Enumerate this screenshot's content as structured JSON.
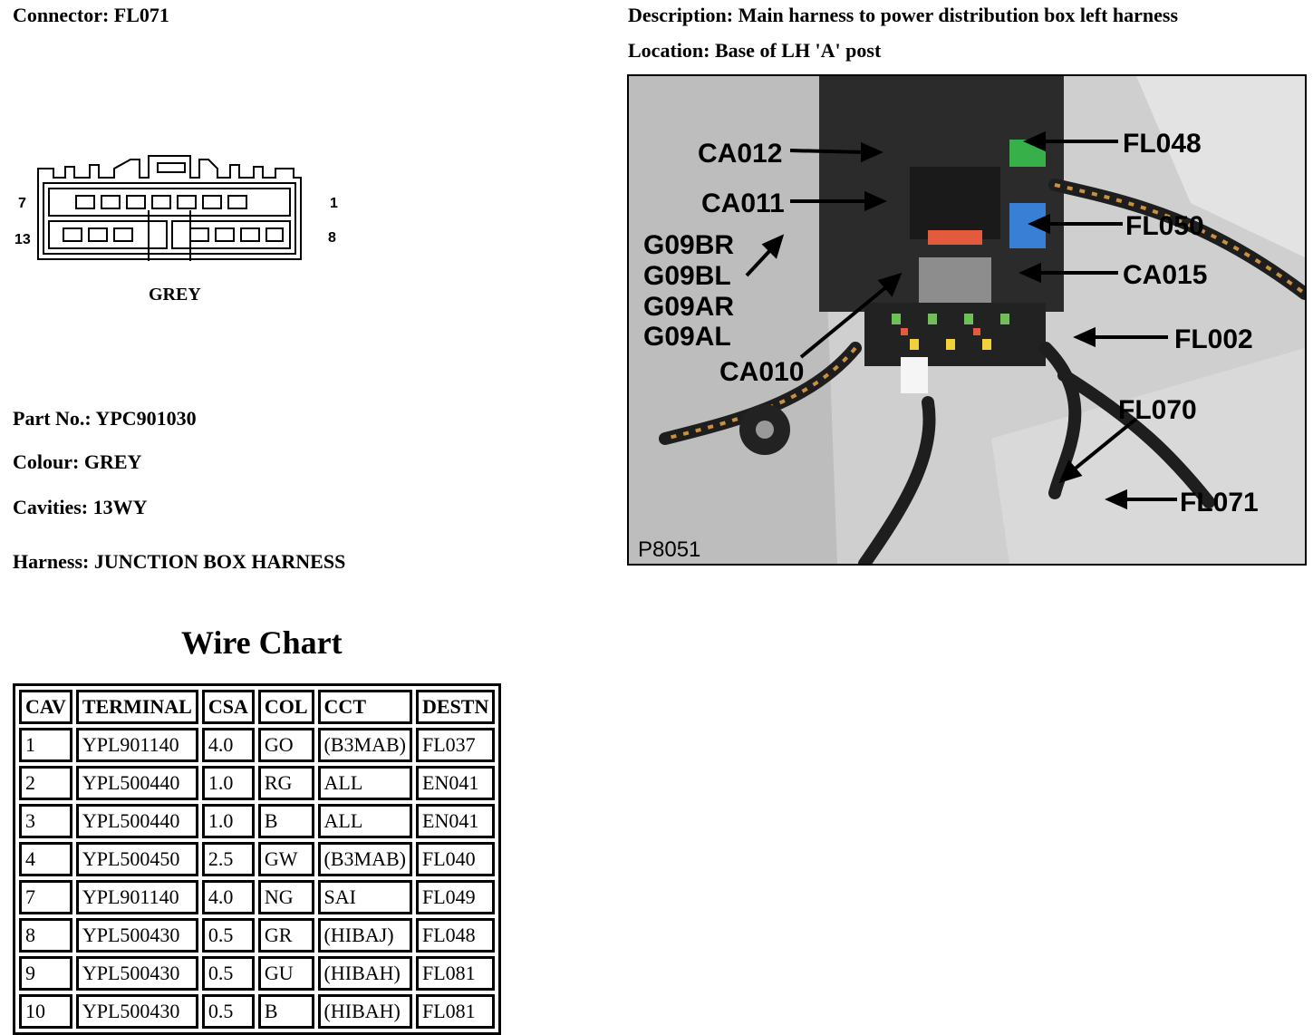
{
  "header": {
    "connector": "Connector: FL071",
    "description": "Description: Main harness to power distribution box left harness",
    "location": "Location: Base of LH 'A' post"
  },
  "connector_diagram": {
    "pin_top_left": "7",
    "pin_top_right": "1",
    "pin_bottom_left": "13",
    "pin_bottom_right": "8",
    "colour_label": "GREY"
  },
  "details": {
    "part_no": "Part No.: YPC901030",
    "colour": "Colour: GREY",
    "cavities": "Cavities: 13WY",
    "harness": "Harness: JUNCTION BOX HARNESS"
  },
  "wire_chart": {
    "title": "Wire Chart",
    "headers": [
      "CAV",
      "TERMINAL",
      "CSA",
      "COL",
      "CCT",
      "DESTN"
    ],
    "rows": [
      [
        "1",
        "YPL901140",
        "4.0",
        "GO",
        "(B3MAB)",
        "FL037"
      ],
      [
        "2",
        "YPL500440",
        "1.0",
        "RG",
        "ALL",
        "EN041"
      ],
      [
        "3",
        "YPL500440",
        "1.0",
        "B",
        "ALL",
        "EN041"
      ],
      [
        "4",
        "YPL500450",
        "2.5",
        "GW",
        "(B3MAB)",
        "FL040"
      ],
      [
        "7",
        "YPL901140",
        "4.0",
        "NG",
        "SAI",
        "FL049"
      ],
      [
        "8",
        "YPL500430",
        "0.5",
        "GR",
        "(HIBAJ)",
        "FL048"
      ],
      [
        "9",
        "YPL500430",
        "0.5",
        "GU",
        "(HIBAH)",
        "FL081"
      ],
      [
        "10",
        "YPL500430",
        "0.5",
        "B",
        "(HIBAH)",
        "FL081"
      ]
    ]
  },
  "photo": {
    "id": "P8051",
    "callouts": {
      "ca012": "CA012",
      "ca011": "CA011",
      "g09br": "G09BR",
      "g09bl": "G09BL",
      "g09ar": "G09AR",
      "g09al": "G09AL",
      "ca010": "CA010",
      "fl048": "FL048",
      "fl050": "FL050",
      "ca015": "CA015",
      "fl002": "FL002",
      "fl070": "FL070",
      "fl071": "FL071"
    }
  }
}
